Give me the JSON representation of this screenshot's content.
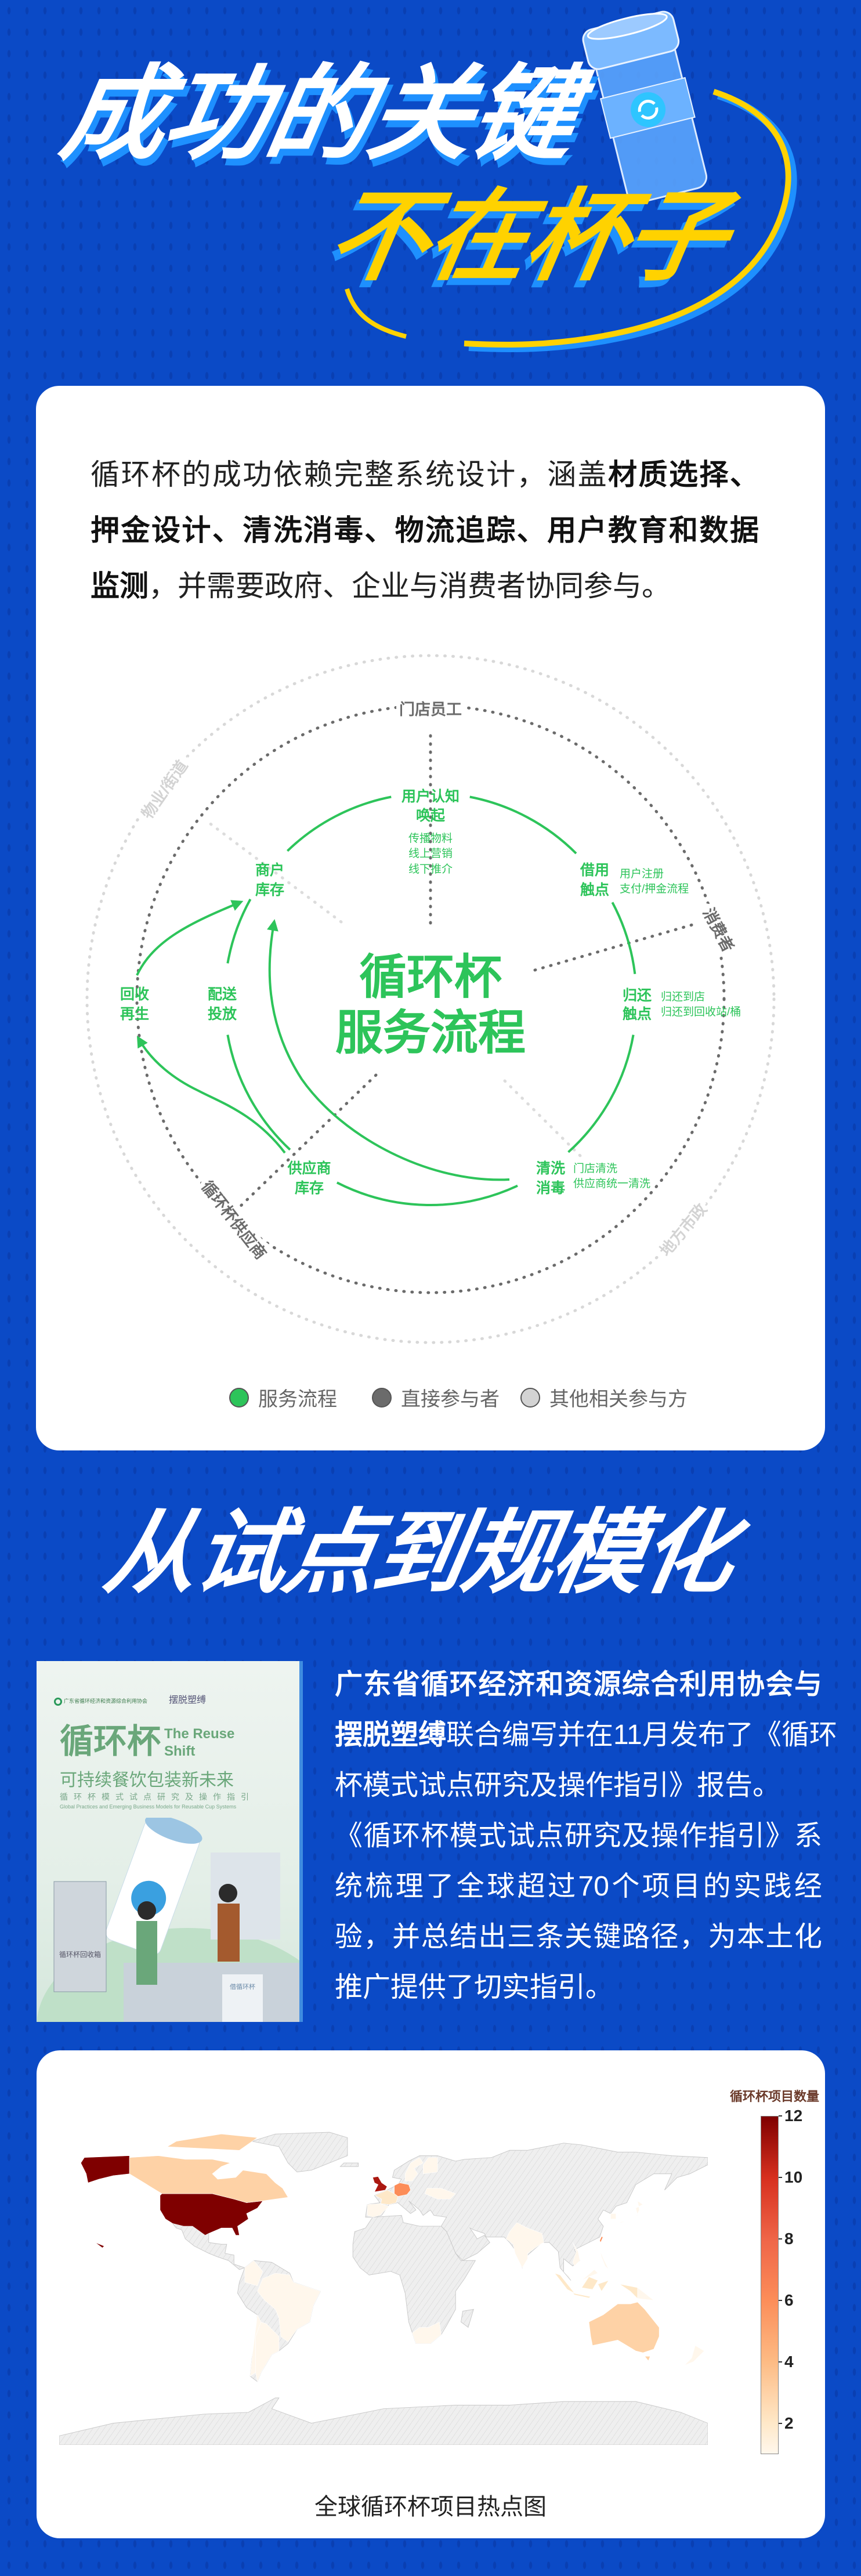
{
  "header": {
    "title_line1": "成功的关键",
    "title_line2": "不在杯子",
    "cup_icon": "recycle-arrows-icon"
  },
  "intro": {
    "l1": "循环杯的成功依赖完整系统设计，涵盖",
    "l1_bold": "材质选择、",
    "l2_bold": "押金设计、清洗消毒、物流追踪、用户教育和数据",
    "l3_bold": "监测",
    "l3": "，并需要政府、企业与消费者协同参与。"
  },
  "diagram": {
    "center_line1": "循环杯",
    "center_line2": "服务流程",
    "awareness": {
      "l1": "用户认知",
      "l2": "唤起",
      "notes": [
        "传播物料",
        "线上营销",
        "线下推介"
      ]
    },
    "borrow": {
      "l1": "借用",
      "l2": "触点",
      "notes": [
        "用户注册",
        "支付/押金流程"
      ]
    },
    "return": {
      "l1": "归还",
      "l2": "触点",
      "notes": [
        "归还到店",
        "归还到回收站/桶"
      ]
    },
    "wash": {
      "l1": "清洗",
      "l2": "消毒",
      "notes": [
        "门店清洗",
        "供应商统一清洗"
      ]
    },
    "supplier_stock": {
      "l1": "供应商",
      "l2": "库存"
    },
    "merchant_stock": {
      "l1": "商户",
      "l2": "库存"
    },
    "delivery": {
      "l1": "配送",
      "l2": "投放"
    },
    "recycle": {
      "l1": "回收",
      "l2": "再生"
    },
    "participants": {
      "staff": "门店员工",
      "consumer": "消费者",
      "cup_supplier": "循环杯供应商",
      "property": "物业/街道",
      "municipal": "地方市政"
    },
    "legend": [
      {
        "label": "服务流程",
        "color": "#2dc45a"
      },
      {
        "label": "直接参与者",
        "color": "#6b6b6b"
      },
      {
        "label": "其他相关参与方",
        "color": "#d3d3d3"
      }
    ]
  },
  "section2_title": "从试点到规模化",
  "cover": {
    "org": "广东省循环经济和资源综合利用协会",
    "org2": "摆脱塑缚",
    "title": "循环杯",
    "en1": "The Reuse",
    "en2": "Shift",
    "subtitle": "可持续餐饮包装新未来",
    "guide": "循环杯模式试点研究及操作指引",
    "en_sub": "Global Practices and Emerging Business Models for Reusable Cup Systems",
    "box1": "循环杯回收箱",
    "box2": "借循环杯"
  },
  "report": {
    "l1_bold": "广东省循环经济和资源综合利用协会",
    "l1": "与",
    "l2_bold": "摆脱塑缚",
    "l2": "联合编写并在11月发布了《循环",
    "l3": "杯模式试点研究及操作指引》报告。",
    "l4": "《循环杯模式试点研究及操作指引》系",
    "l5": "统梳理了全球超过70个项目的实践经",
    "l6": "验，并总结出三条关键路径，为本土化",
    "l7": "推广提供了切实指引。"
  },
  "map": {
    "caption": "全球循环杯项目热点图"
  },
  "chart_data": {
    "type": "heatmap",
    "title": "全球循环杯项目热点图",
    "colorbar_label": "循环杯项目数量",
    "colorbar_range": [
      1,
      12
    ],
    "colorbar_ticks": [
      "2",
      "4",
      "6",
      "8",
      "10",
      "12"
    ],
    "tick_values": [
      2,
      4,
      6,
      8,
      10,
      12
    ],
    "no_data_style": "hatched-gray",
    "countries": [
      {
        "name": "United States",
        "value": 12
      },
      {
        "name": "United Kingdom",
        "value": 11
      },
      {
        "name": "Germany",
        "value": 6
      },
      {
        "name": "Taiwan",
        "value": 6
      },
      {
        "name": "Canada",
        "value": 3
      },
      {
        "name": "Australia",
        "value": 3
      },
      {
        "name": "France",
        "value": 2
      },
      {
        "name": "Indonesia",
        "value": 2
      },
      {
        "name": "Spain",
        "value": 1
      },
      {
        "name": "Sweden",
        "value": 1
      },
      {
        "name": "Finland",
        "value": 1
      },
      {
        "name": "Ukraine",
        "value": 1
      },
      {
        "name": "India",
        "value": 1
      },
      {
        "name": "Brazil",
        "value": 1
      },
      {
        "name": "Argentina",
        "value": 1
      },
      {
        "name": "Chile",
        "value": 1
      },
      {
        "name": "Colombia",
        "value": 1
      },
      {
        "name": "South Africa",
        "value": 1
      },
      {
        "name": "Japan",
        "value": 1
      },
      {
        "name": "South Korea",
        "value": 1
      },
      {
        "name": "Vietnam",
        "value": 1
      },
      {
        "name": "Philippines",
        "value": 1
      },
      {
        "name": "Malaysia",
        "value": 1
      },
      {
        "name": "Papua New Guinea",
        "value": 1
      },
      {
        "name": "New Zealand",
        "value": 1
      }
    ]
  }
}
